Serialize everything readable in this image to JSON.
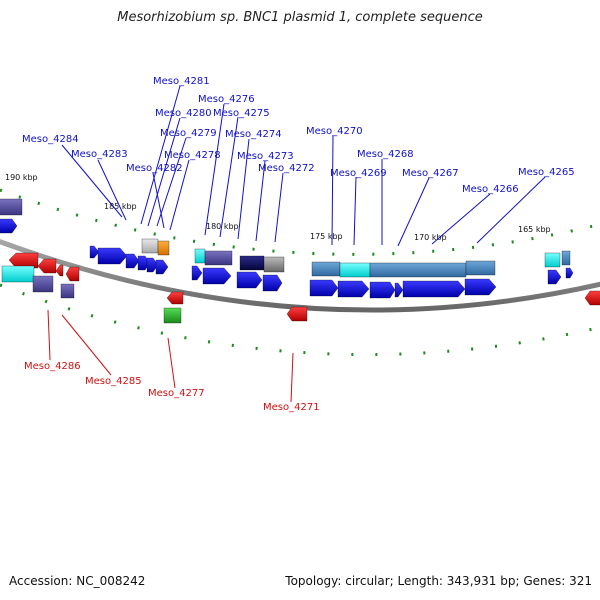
{
  "title": "Mesorhizobium sp. BNC1 plasmid 1, complete sequence",
  "accession_label": "Accession: NC_008242",
  "topology_label": "Topology: circular; Length: 343,931 bp; Genes: 321",
  "kbp_labels": [
    "190 kbp",
    "185 kbp",
    "180 kbp",
    "175 kbp",
    "170 kbp",
    "165 kbp"
  ],
  "genes_forward": [
    "Meso_4284",
    "Meso_4283",
    "Meso_4282",
    "Meso_4281",
    "Meso_4280",
    "Meso_4279",
    "Meso_4278",
    "Meso_4276",
    "Meso_4275",
    "Meso_4274",
    "Meso_4273",
    "Meso_4272",
    "Meso_4270",
    "Meso_4269",
    "Meso_4268",
    "Meso_4267",
    "Meso_4266",
    "Meso_4265"
  ],
  "genes_reverse": [
    "Meso_4286",
    "Meso_4285",
    "Meso_4277",
    "Meso_4271"
  ],
  "colors": {
    "forward_label": "#1010c8",
    "reverse_label": "#d01010",
    "forward_gene": "#1a1aee",
    "reverse_gene": "#ee1111",
    "backbone": "#888888",
    "gc_ticks": "#1a8a1a"
  }
}
